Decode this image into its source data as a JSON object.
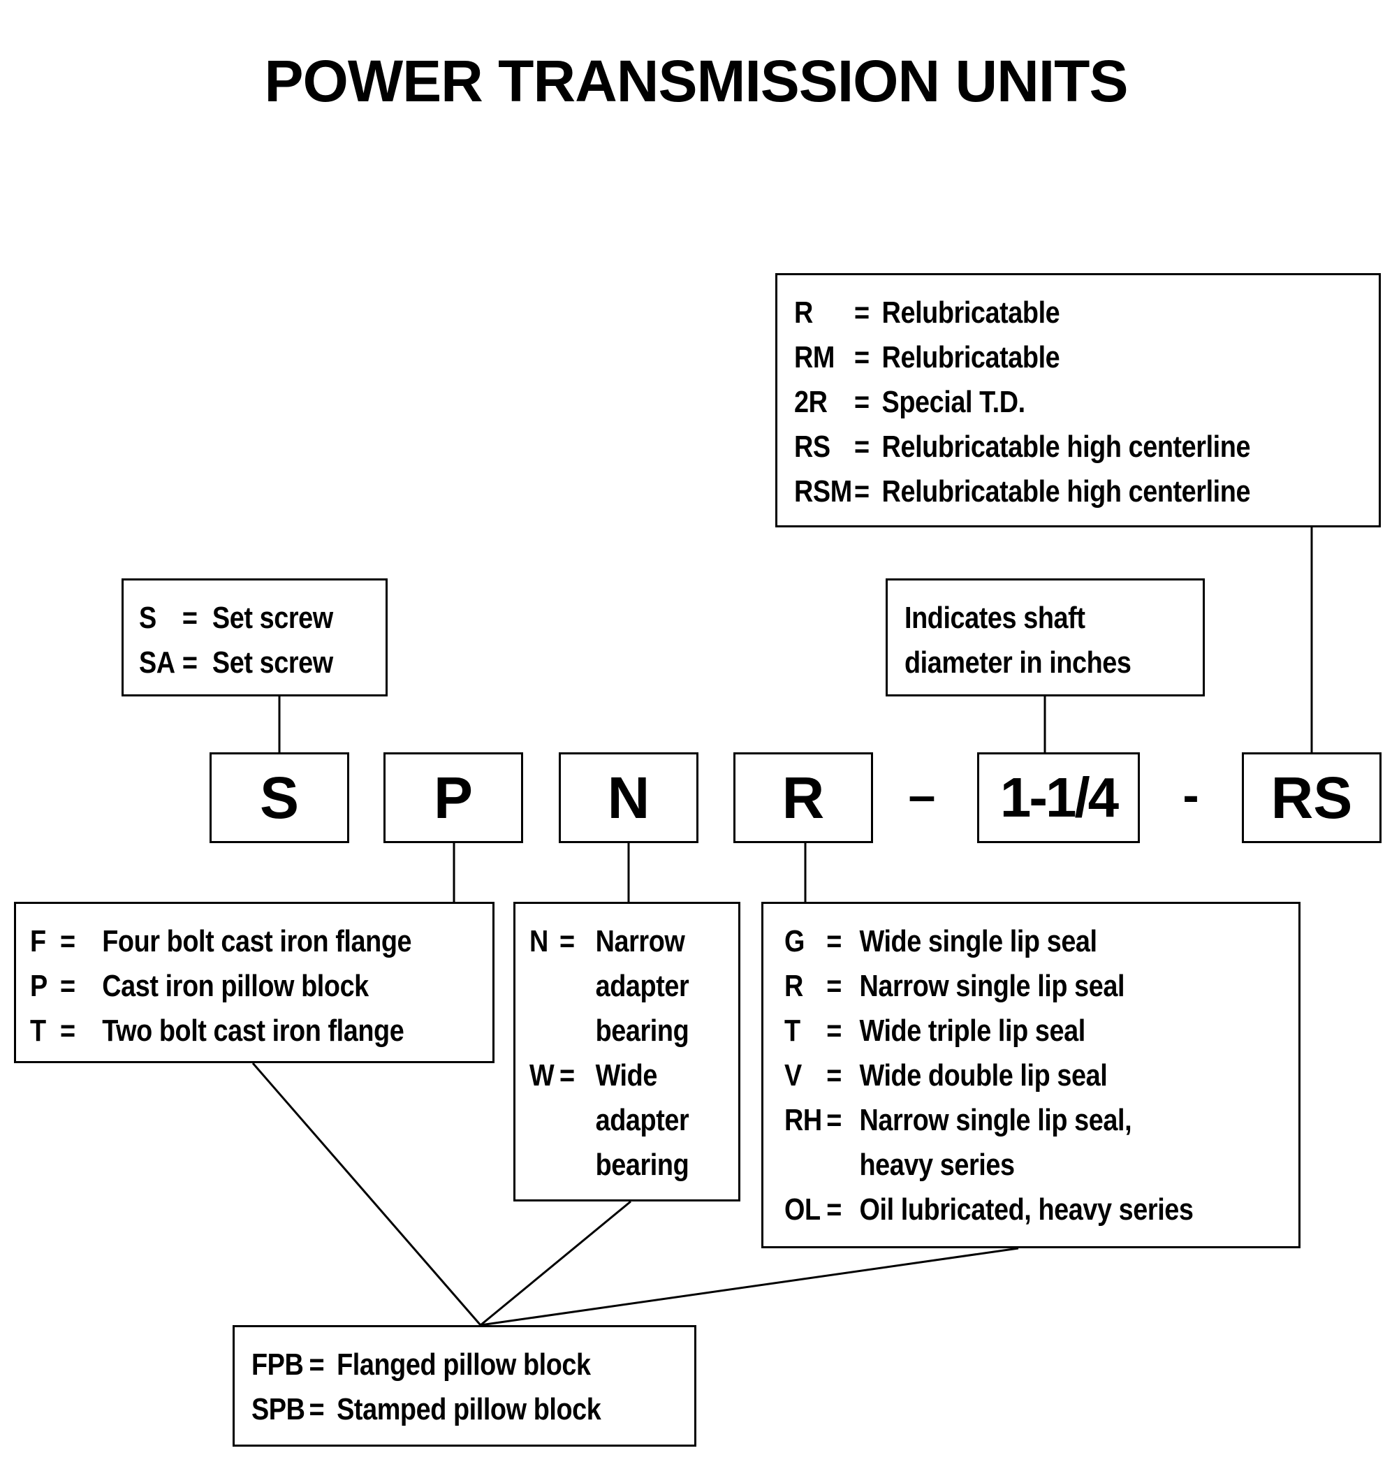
{
  "title": "POWER TRANSMISSION UNITS",
  "part_number": {
    "s": "S",
    "p": "P",
    "n": "N",
    "r": "R",
    "dash1": "–",
    "size": "1-1/4",
    "dash2": "-",
    "rs": "RS"
  },
  "mount": [
    {
      "code": "S",
      "eq": "=",
      "desc": "Set screw"
    },
    {
      "code": "SA",
      "eq": "=",
      "desc": "Set screw"
    }
  ],
  "suffix": [
    {
      "code": "R",
      "eq": "=",
      "desc": "Relubricatable"
    },
    {
      "code": "RM",
      "eq": "=",
      "desc": "Relubricatable"
    },
    {
      "code": "2R",
      "eq": "=",
      "desc": "Special T.D."
    },
    {
      "code": "RS",
      "eq": "=",
      "desc": "Relubricatable high centerline"
    },
    {
      "code": "RSM",
      "eq": "=",
      "desc": "Relubricatable high centerline"
    }
  ],
  "shaft": {
    "line1": "Indicates shaft",
    "line2": "diameter in inches"
  },
  "housing": [
    {
      "code": "F",
      "eq": "=",
      "desc": "Four bolt cast iron flange"
    },
    {
      "code": "P",
      "eq": "=",
      "desc": "Cast iron pillow block"
    },
    {
      "code": "T",
      "eq": "=",
      "desc": "Two bolt cast iron flange"
    }
  ],
  "bearing": {
    "n_code": "N",
    "n_eq": "=",
    "n_l1": "Narrow",
    "n_l2": "adapter",
    "n_l3": "bearing",
    "w_code": "W",
    "w_eq": "=",
    "w_l1": "Wide",
    "w_l2": "adapter",
    "w_l3": "bearing"
  },
  "seal": [
    {
      "code": "G",
      "eq": "=",
      "desc": "Wide single lip seal"
    },
    {
      "code": "R",
      "eq": "=",
      "desc": "Narrow single lip seal"
    },
    {
      "code": "T",
      "eq": "=",
      "desc": "Wide triple lip seal"
    },
    {
      "code": "V",
      "eq": "=",
      "desc": "Wide double lip seal"
    },
    {
      "code": "RH",
      "eq": "=",
      "desc": "Narrow single lip seal,"
    },
    {
      "code": "",
      "eq": "",
      "desc": "heavy series"
    },
    {
      "code": "OL",
      "eq": "=",
      "desc": "Oil lubricated, heavy series"
    }
  ],
  "block": [
    {
      "code": "FPB",
      "eq": "=",
      "desc": "Flanged pillow block"
    },
    {
      "code": "SPB",
      "eq": "=",
      "desc": "Stamped pillow block"
    }
  ]
}
